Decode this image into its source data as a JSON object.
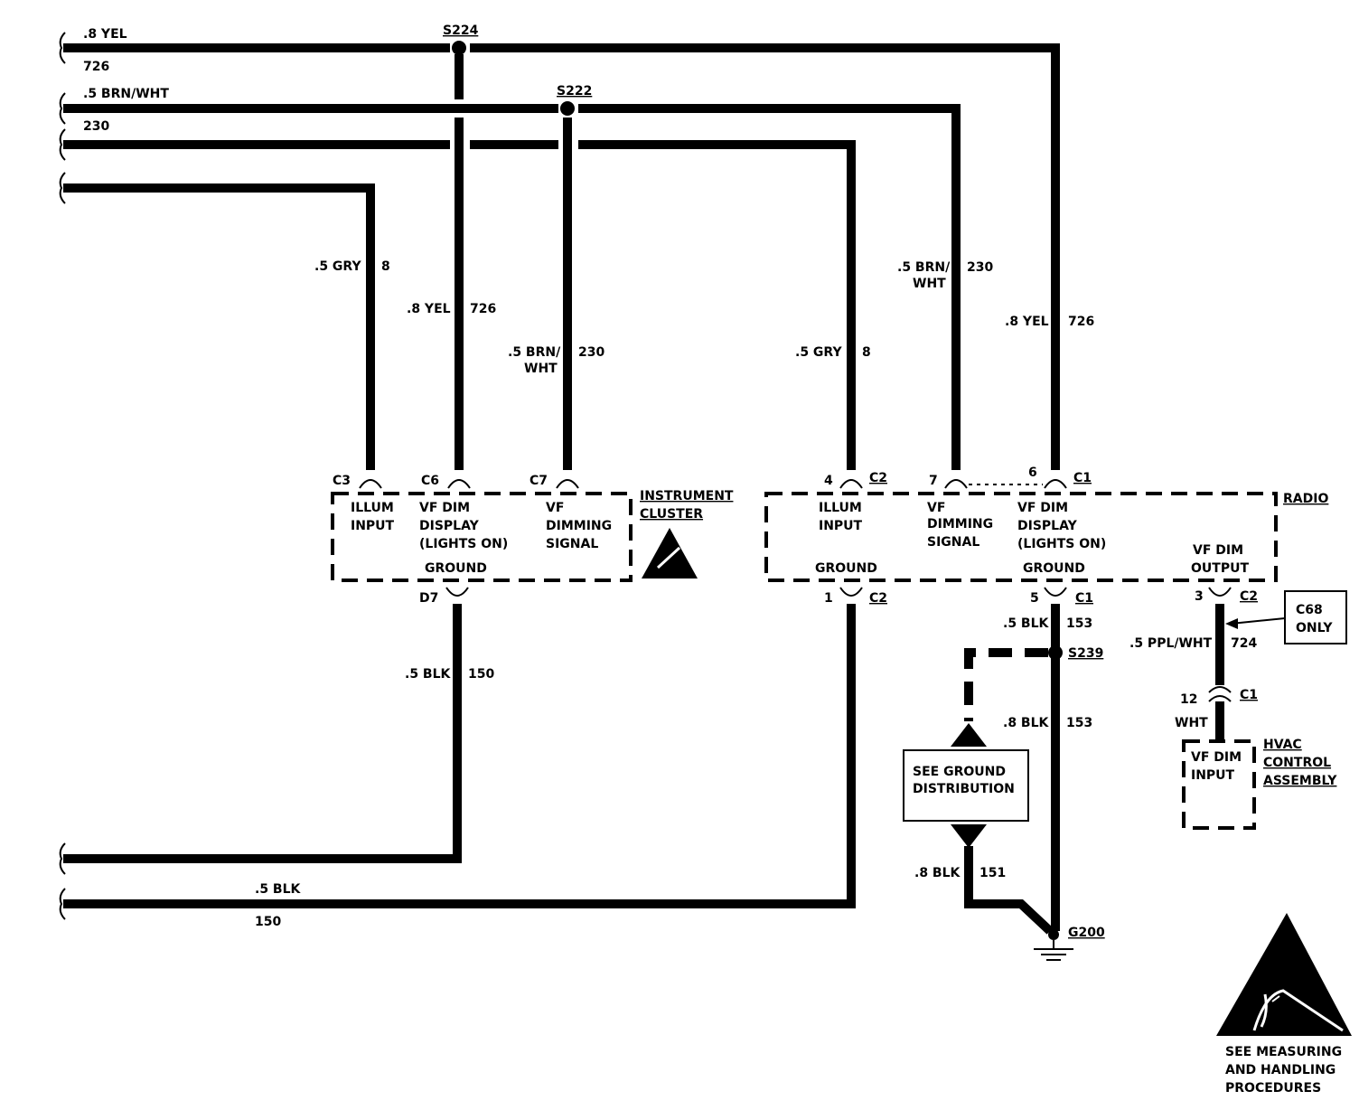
{
  "wires_top": {
    "yel_gauge": ".8 YEL",
    "yel_circuit": "726",
    "brn_gauge": ".5 BRN/WHT",
    "brn_circuit": "230"
  },
  "splices": {
    "s224": "S224",
    "s222": "S222",
    "s239": "S239",
    "g200": "G200"
  },
  "instrument_cluster": {
    "name_line1": "INSTRUMENT",
    "name_line2": "CLUSTER",
    "c3": "C3",
    "c6": "C6",
    "c7": "C7",
    "d7": "D7",
    "illum_1": "ILLUM",
    "illum_2": "INPUT",
    "vfdim_1": "VF DIM",
    "vfdim_2": "DISPLAY",
    "vfdim_3": "(LIGHTS ON)",
    "vfsig_1": "VF",
    "vfsig_2": "DIMMING",
    "vfsig_3": "SIGNAL",
    "ground": "GROUND"
  },
  "cluster_wires": {
    "gry_gauge": ".5 GRY",
    "gry_circuit": "8",
    "yel_gauge": ".8 YEL",
    "yel_circuit": "726",
    "brn_gauge_1": ".5 BRN/",
    "brn_gauge_2": "WHT",
    "brn_circuit": "230",
    "blk_gauge": ".5 BLK",
    "blk_circuit": "150"
  },
  "radio": {
    "name": "RADIO",
    "pin4": "4",
    "c2_top": "C2",
    "pin7": "7",
    "pin6": "6",
    "c1_top": "C1",
    "illum_1": "ILLUM",
    "illum_2": "INPUT",
    "vfsig_1": "VF",
    "vfsig_2": "DIMMING",
    "vfsig_3": "SIGNAL",
    "vfdim_1": "VF DIM",
    "vfdim_2": "DISPLAY",
    "vfdim_3": "(LIGHTS ON)",
    "out_1": "VF DIM",
    "out_2": "OUTPUT",
    "ground_left": "GROUND",
    "ground_right": "GROUND",
    "pin1": "1",
    "c2_bot": "C2",
    "pin5": "5",
    "c1_bot": "C1",
    "pin3": "3",
    "c2_out": "C2"
  },
  "radio_wires": {
    "gry_gauge": ".5 GRY",
    "gry_circuit": "8",
    "brn_gauge_1": ".5 BRN/",
    "brn_gauge_2": "WHT",
    "brn_circuit": "230",
    "yel_gauge": ".8 YEL",
    "yel_circuit": "726",
    "blk1_gauge": ".5 BLK",
    "blk1_circuit": "153",
    "blk2_gauge": ".8 BLK",
    "blk2_circuit": "153",
    "blk3_gauge": ".8 BLK",
    "blk3_circuit": "151",
    "ppl_gauge": ".5 PPL/WHT",
    "ppl_circuit": "724",
    "bottom_gauge": ".5 BLK",
    "bottom_circuit": "150"
  },
  "c68_note": {
    "line1": "C68",
    "line2": "ONLY"
  },
  "hvac": {
    "pin12": "12",
    "c1": "C1",
    "wht": "WHT",
    "input_1": "VF DIM",
    "input_2": "INPUT",
    "name_1": "HVAC",
    "name_2": "CONTROL",
    "name_3": "ASSEMBLY"
  },
  "ground_dist": {
    "line1": "SEE GROUND",
    "line2": "DISTRIBUTION"
  },
  "esd_note": {
    "line1": "SEE MEASURING",
    "line2": "AND HANDLING",
    "line3": "PROCEDURES"
  }
}
